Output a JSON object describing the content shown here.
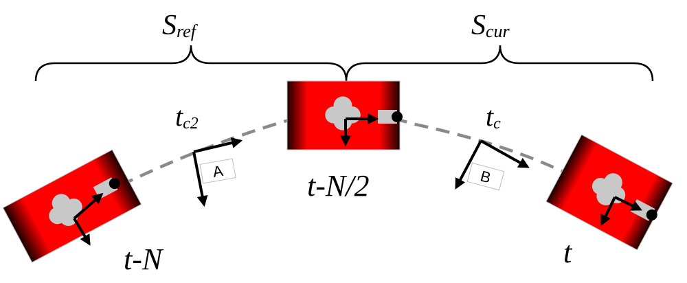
{
  "braces": {
    "ref": {
      "symbol": "S",
      "subscript": "ref"
    },
    "cur": {
      "symbol": "S",
      "subscript": "cur"
    }
  },
  "poses": {
    "left": {
      "label": "t-N"
    },
    "middle": {
      "label": "t-N/2"
    },
    "right": {
      "label": "t"
    }
  },
  "transforms": {
    "tc2": {
      "symbol": "t",
      "subscript": "c2",
      "box": "A"
    },
    "tc": {
      "symbol": "t",
      "subscript": "c",
      "box": "B"
    }
  },
  "colors": {
    "vehicle": "#ff0000",
    "vehicle_dark": "#1a0000",
    "sensor": "#c8c8c8",
    "trajectory": "#8a8a8a",
    "arrow": "#000000"
  }
}
